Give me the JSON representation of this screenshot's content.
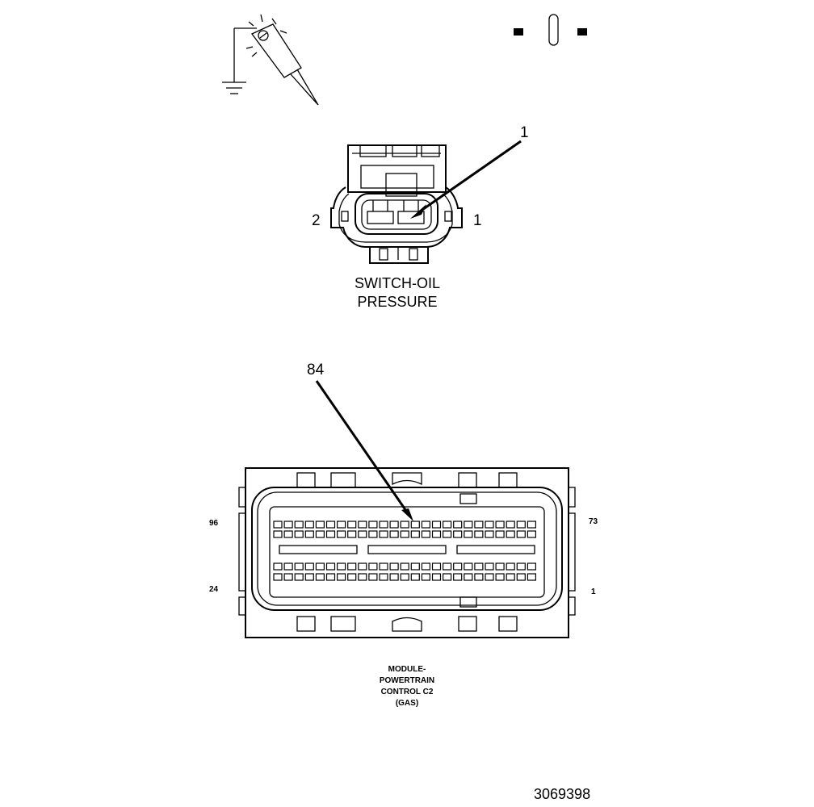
{
  "oil_switch": {
    "name_line1": "SWITCH-OIL",
    "name_line2": "PRESSURE",
    "callout_pin": "1",
    "side_left": "2",
    "side_right": "1"
  },
  "pcm": {
    "callout_pin": "84",
    "corner_top_left": "96",
    "corner_top_right": "73",
    "corner_bottom_left": "24",
    "corner_bottom_right": "1",
    "name_line1": "MODULE-",
    "name_line2": "POWERTRAIN",
    "name_line3": "CONTROL C2",
    "name_line4": "(GAS)"
  },
  "figure_id": "3069398",
  "icons": [
    "ground-test-probe-icon",
    "fuse-jumper-icon"
  ]
}
